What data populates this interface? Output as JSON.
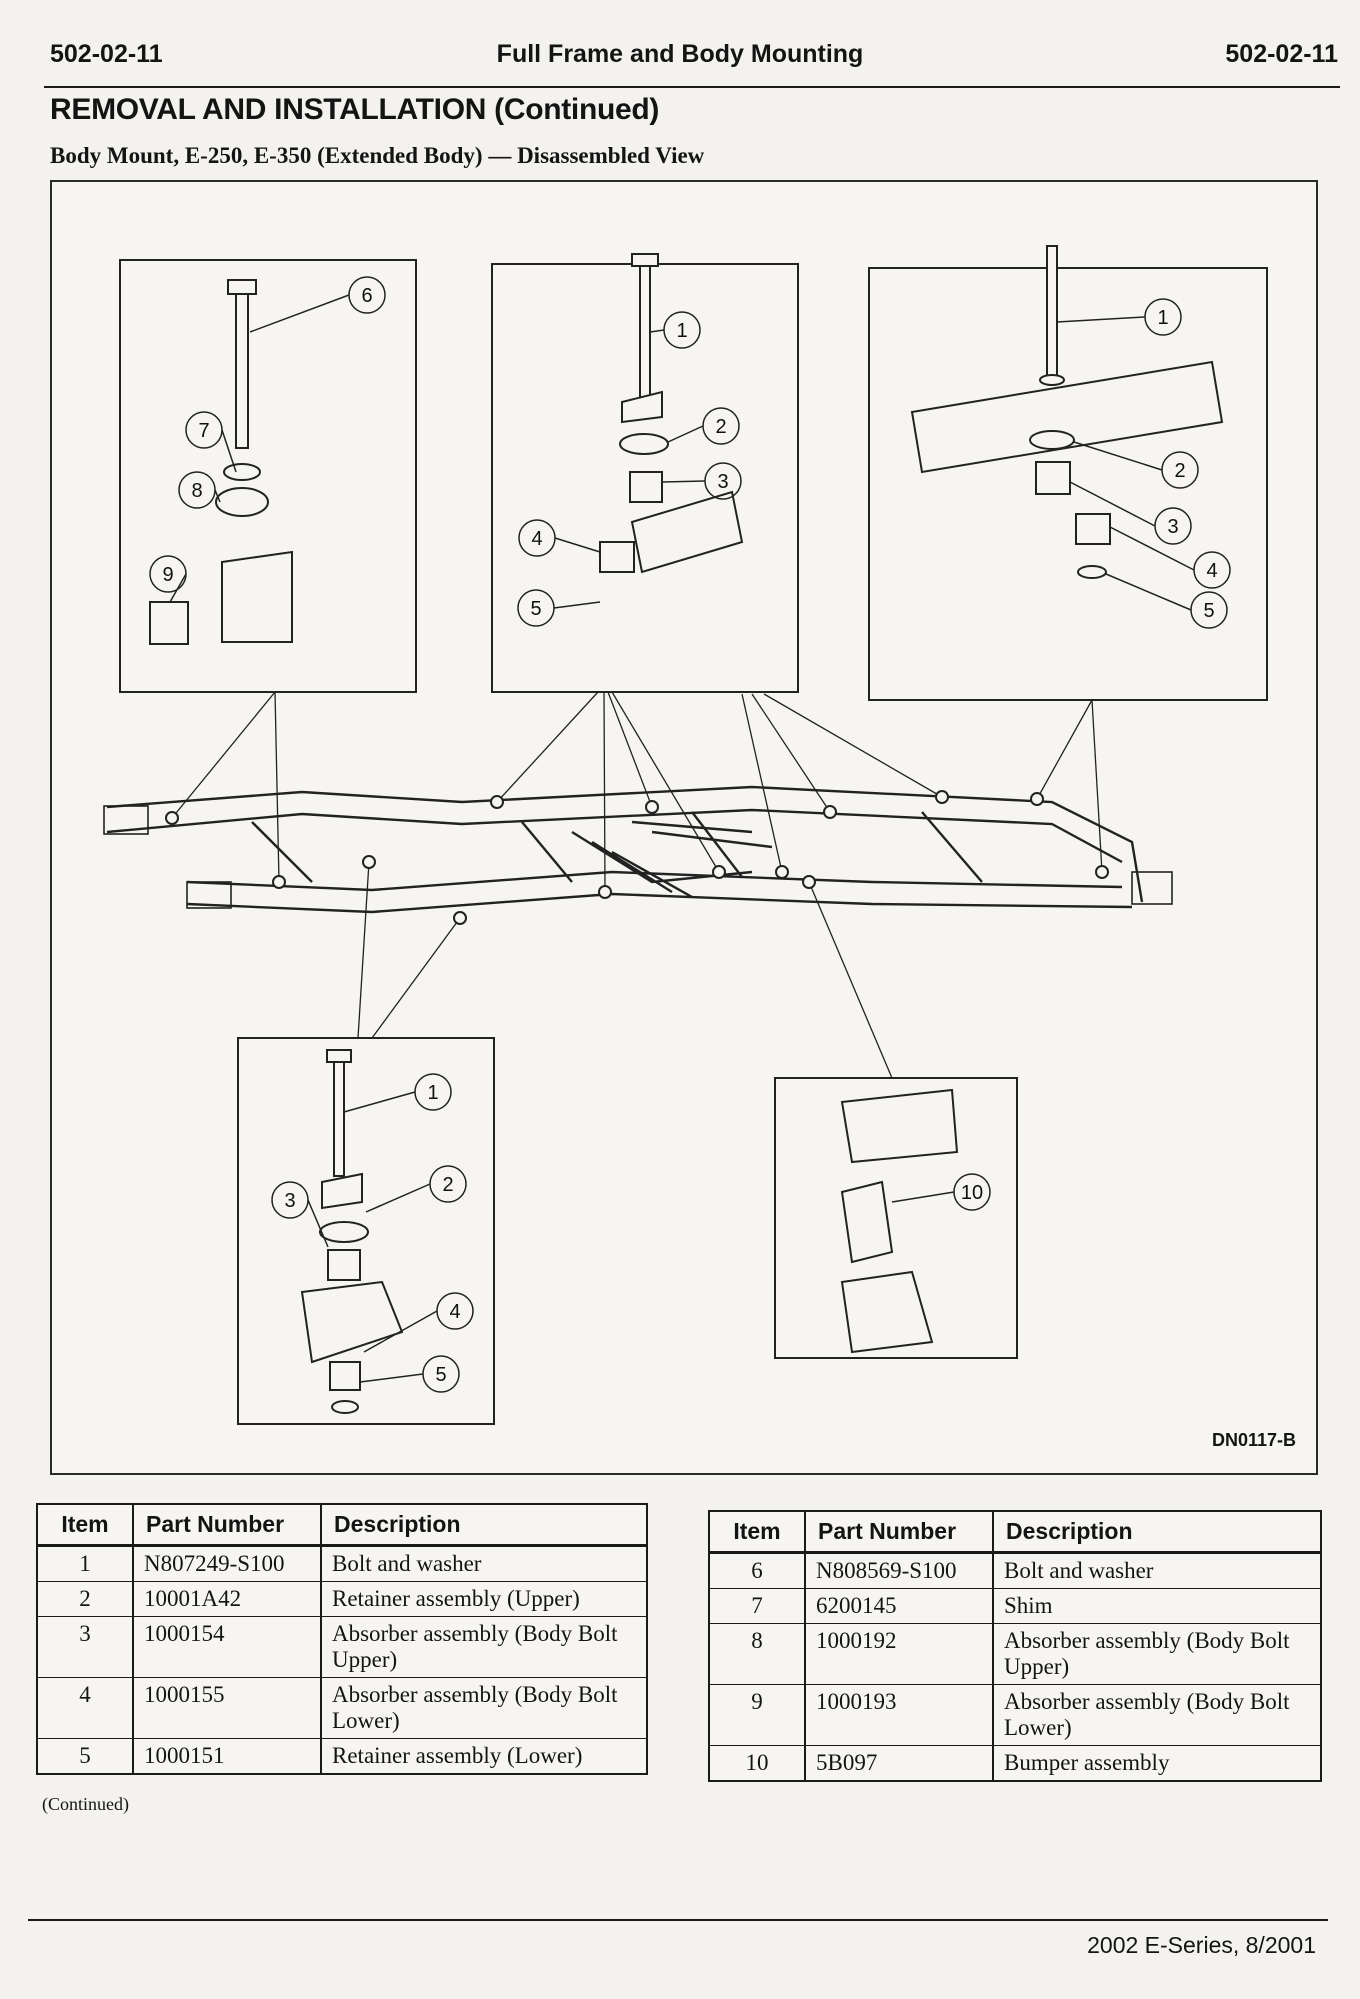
{
  "header": {
    "left": "502-02-11",
    "center": "Full Frame and Body Mounting",
    "right": "502-02-11"
  },
  "section_title": "REMOVAL AND INSTALLATION (Continued)",
  "figure": {
    "title": "Body Mount, E-250, E-350 (Extended Body) — Disassembled View",
    "code": "DN0117-B",
    "callouts": {
      "upper_left": [
        "6",
        "7",
        "8",
        "9"
      ],
      "upper_center": [
        "1",
        "2",
        "3",
        "4",
        "5"
      ],
      "upper_right": [
        "1",
        "2",
        "3",
        "4",
        "5"
      ],
      "lower_left": [
        "1",
        "2",
        "3",
        "4",
        "5"
      ],
      "lower_right": [
        "10"
      ]
    }
  },
  "table_headers": [
    "Item",
    "Part Number",
    "Description"
  ],
  "table_left": [
    {
      "item": "1",
      "part": "N807249-S100",
      "desc": "Bolt and washer"
    },
    {
      "item": "2",
      "part": "10001A42",
      "desc": "Retainer assembly (Upper)"
    },
    {
      "item": "3",
      "part": "1000154",
      "desc": "Absorber assembly (Body Bolt Upper)"
    },
    {
      "item": "4",
      "part": "1000155",
      "desc": "Absorber assembly (Body Bolt Lower)"
    },
    {
      "item": "5",
      "part": "1000151",
      "desc": "Retainer assembly (Lower)"
    }
  ],
  "table_right": [
    {
      "item": "6",
      "part": "N808569-S100",
      "desc": "Bolt and washer"
    },
    {
      "item": "7",
      "part": "6200145",
      "desc": "Shim"
    },
    {
      "item": "8",
      "part": "1000192",
      "desc": "Absorber assembly (Body Bolt Upper)"
    },
    {
      "item": "9",
      "part": "1000193",
      "desc": "Absorber assembly (Body Bolt Lower)"
    },
    {
      "item": "10",
      "part": "5B097",
      "desc": "Bumper assembly"
    }
  ],
  "continued_note": "(Continued)",
  "footer": "2002 E-Series, 8/2001"
}
